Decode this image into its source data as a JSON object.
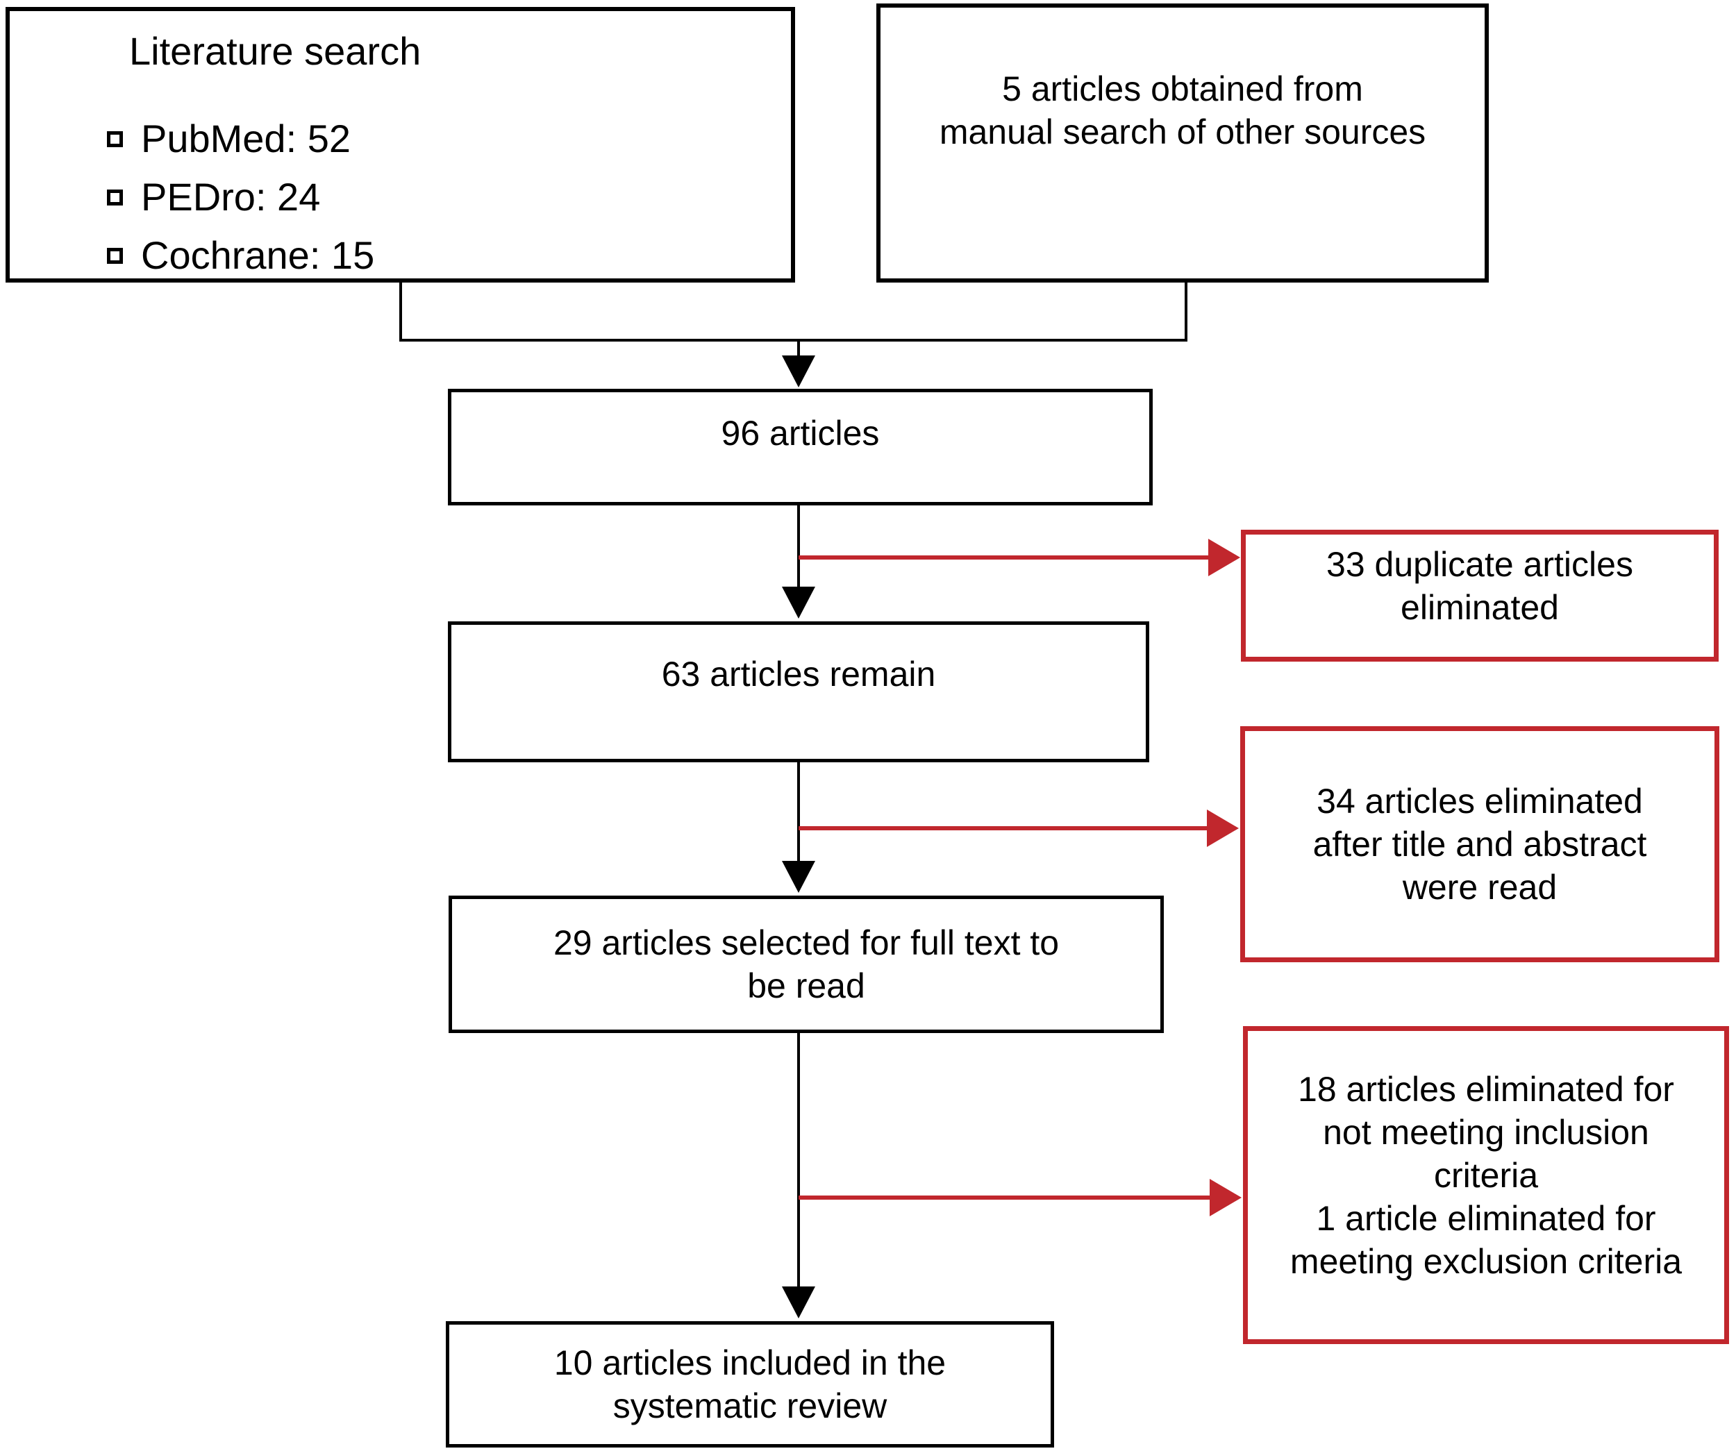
{
  "colors": {
    "background": "#ffffff",
    "text": "#000000",
    "box_border": "#000000",
    "exclusion_border": "#c1272d",
    "connector_black": "#000000",
    "connector_red": "#c1272d"
  },
  "boxes": {
    "literature_search": {
      "title": "Literature search",
      "sources": [
        "PubMed: 52",
        "PEDro: 24",
        "Cochrane: 15"
      ]
    },
    "manual_search": {
      "lines": [
        "5 articles obtained from",
        "manual search of other sources"
      ]
    },
    "articles_total": {
      "lines": [
        "96 articles"
      ]
    },
    "articles_remaining": {
      "lines": [
        "63 articles remain"
      ]
    },
    "articles_fulltext": {
      "lines": [
        "29 articles selected for full text to",
        "be read"
      ]
    },
    "articles_included": {
      "lines": [
        "10 articles included in the",
        "systematic review"
      ]
    },
    "duplicates_eliminated": {
      "lines": [
        "33 duplicate articles",
        "eliminated"
      ]
    },
    "title_abstract_eliminated": {
      "lines": [
        "34 articles eliminated",
        "after title and abstract",
        "were read"
      ]
    },
    "criteria_eliminated": {
      "lines": [
        "18 articles eliminated for",
        "not meeting inclusion",
        "criteria",
        "1 article eliminated for",
        "meeting exclusion criteria"
      ]
    }
  }
}
